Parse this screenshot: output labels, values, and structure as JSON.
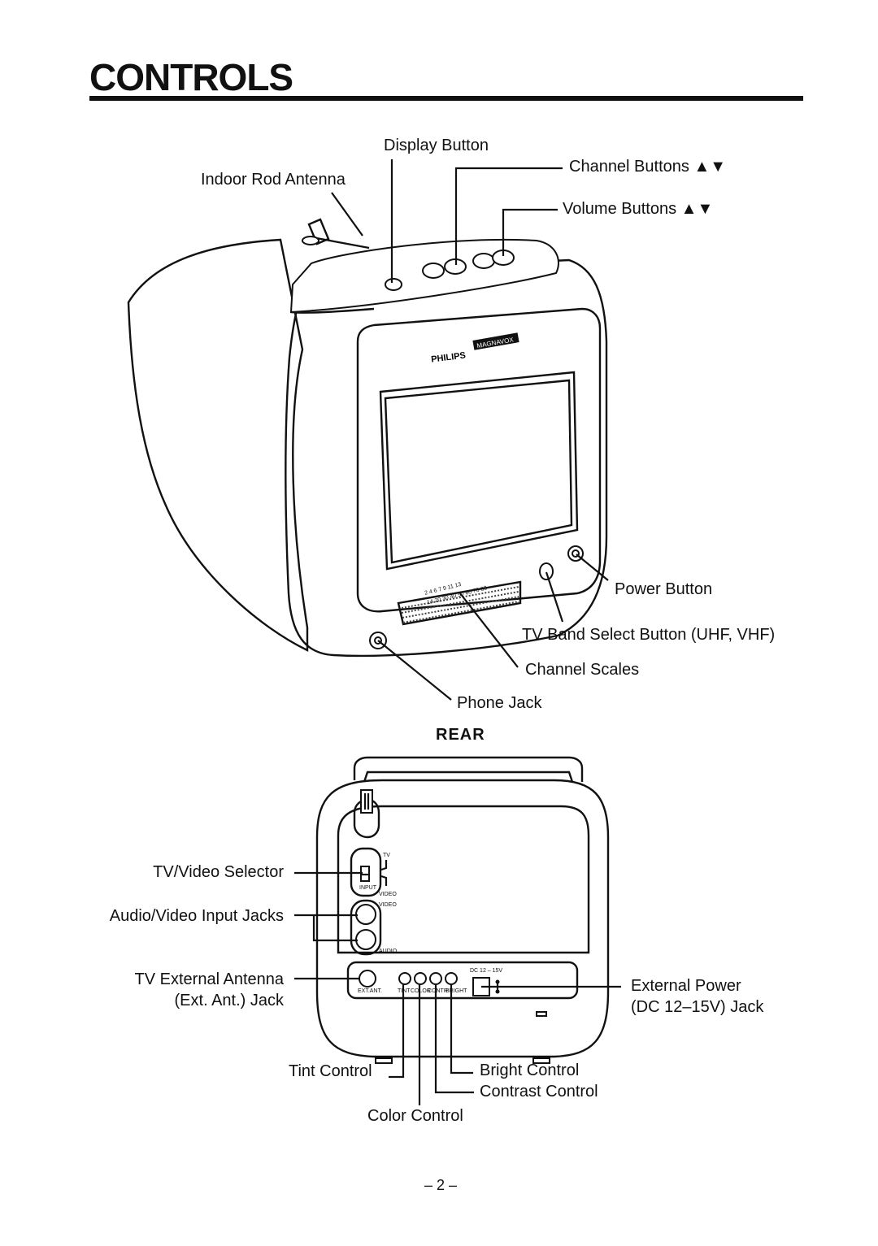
{
  "page": {
    "title": "CONTROLS",
    "page_number": "– 2 –"
  },
  "front": {
    "brand": "PHILIPS",
    "sub_brand": "MAGNAVOX",
    "labels": {
      "display_button": "Display Button",
      "indoor_rod_antenna": "Indoor Rod Antenna",
      "channel_buttons": "Channel Buttons ▲▼",
      "volume_buttons": "Volume Buttons ▲▼",
      "power_button": "Power Button",
      "tv_band_select": "TV Band Select Button (UHF, VHF)",
      "channel_scales": "Channel Scales",
      "phone_jack": "Phone Jack"
    }
  },
  "rear": {
    "heading": "REAR",
    "labels": {
      "tv_video_selector": "TV/Video Selector",
      "av_input_jacks": "Audio/Video Input Jacks",
      "ext_antenna_line1": "TV External Antenna",
      "ext_antenna_line2": "(Ext. Ant.) Jack",
      "external_power_line1": "External Power",
      "external_power_line2": "(DC 12–15V) Jack",
      "tint_control": "Tint Control",
      "bright_control": "Bright Control",
      "contrast_control": "Contrast Control",
      "color_control": "Color Control"
    },
    "panel_text": {
      "tv": "TV",
      "input": "INPUT",
      "video_switch": "VIDEO",
      "video_jack": "VIDEO",
      "audio_jack": "AUDIO",
      "ext_ant": "EXT.ANT.",
      "tint": "TINT",
      "color": "COLOR",
      "contr": "CONTR",
      "bright": "BRIGHT",
      "dc": "DC 12 – 15V"
    }
  }
}
